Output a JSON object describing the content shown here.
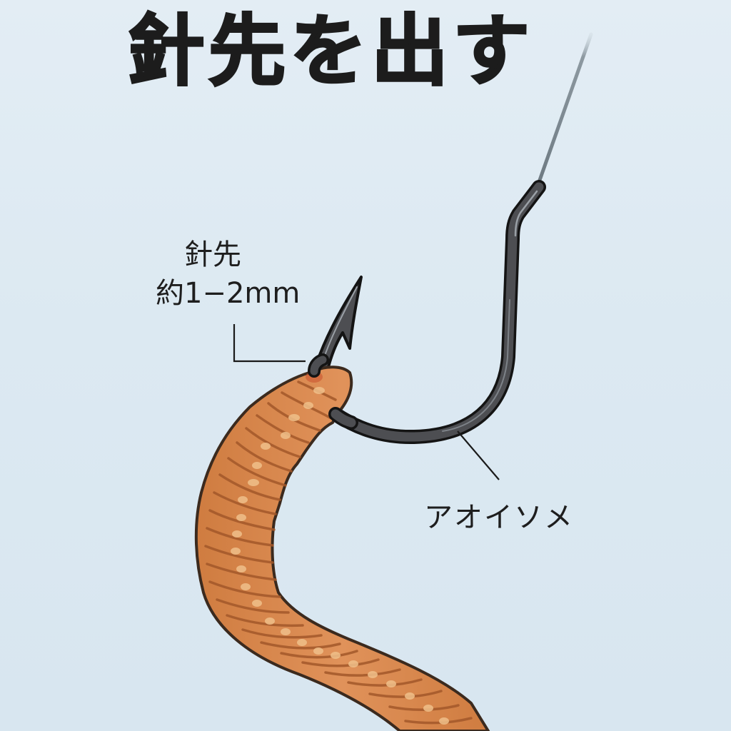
{
  "title": "針先を出す",
  "labels": {
    "hook_point": {
      "line1": "針先",
      "line2": "約1−2mm"
    },
    "bait": "アオイソメ"
  },
  "illustration": {
    "hook": "fishing-hook",
    "line": "fishing-line",
    "bait": "lugworm-bait"
  },
  "colors": {
    "background": "#dce9f2",
    "hook": "#4a4b4e",
    "hook_outline": "#1a1a1a",
    "worm": "#d9884c",
    "worm_outline": "#3b2a1e",
    "text": "#1c1c1c"
  }
}
